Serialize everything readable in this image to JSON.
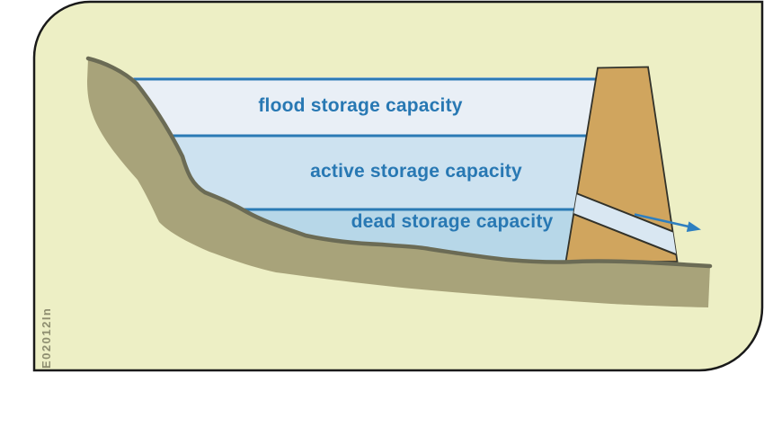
{
  "figure": {
    "code": "E02012In",
    "labels": {
      "flood": "flood storage capacity",
      "active": "active storage capacity",
      "dead": "dead storage capacity"
    },
    "icons": {
      "outflow_arrow": "right-arrow"
    },
    "colors": {
      "page_background": "#ffffff",
      "panel_fill": "#edefc5",
      "panel_border": "#1a1a1a",
      "terrain_fill": "#a8a37a",
      "terrain_stroke": "#6b6b55",
      "dam_fill": "#d0a55e",
      "dam_stroke": "#32322a",
      "flood_zone_fill": "#e9eff6",
      "active_zone_fill": "#cde2f0",
      "dead_zone_fill": "#b7d7e8",
      "water_line": "#2a7ab5",
      "label_text": "#2878b3",
      "arrow": "#2e7fc0",
      "pipe_fill": "#d9e7f2",
      "code_text": "#8e8e70"
    }
  }
}
